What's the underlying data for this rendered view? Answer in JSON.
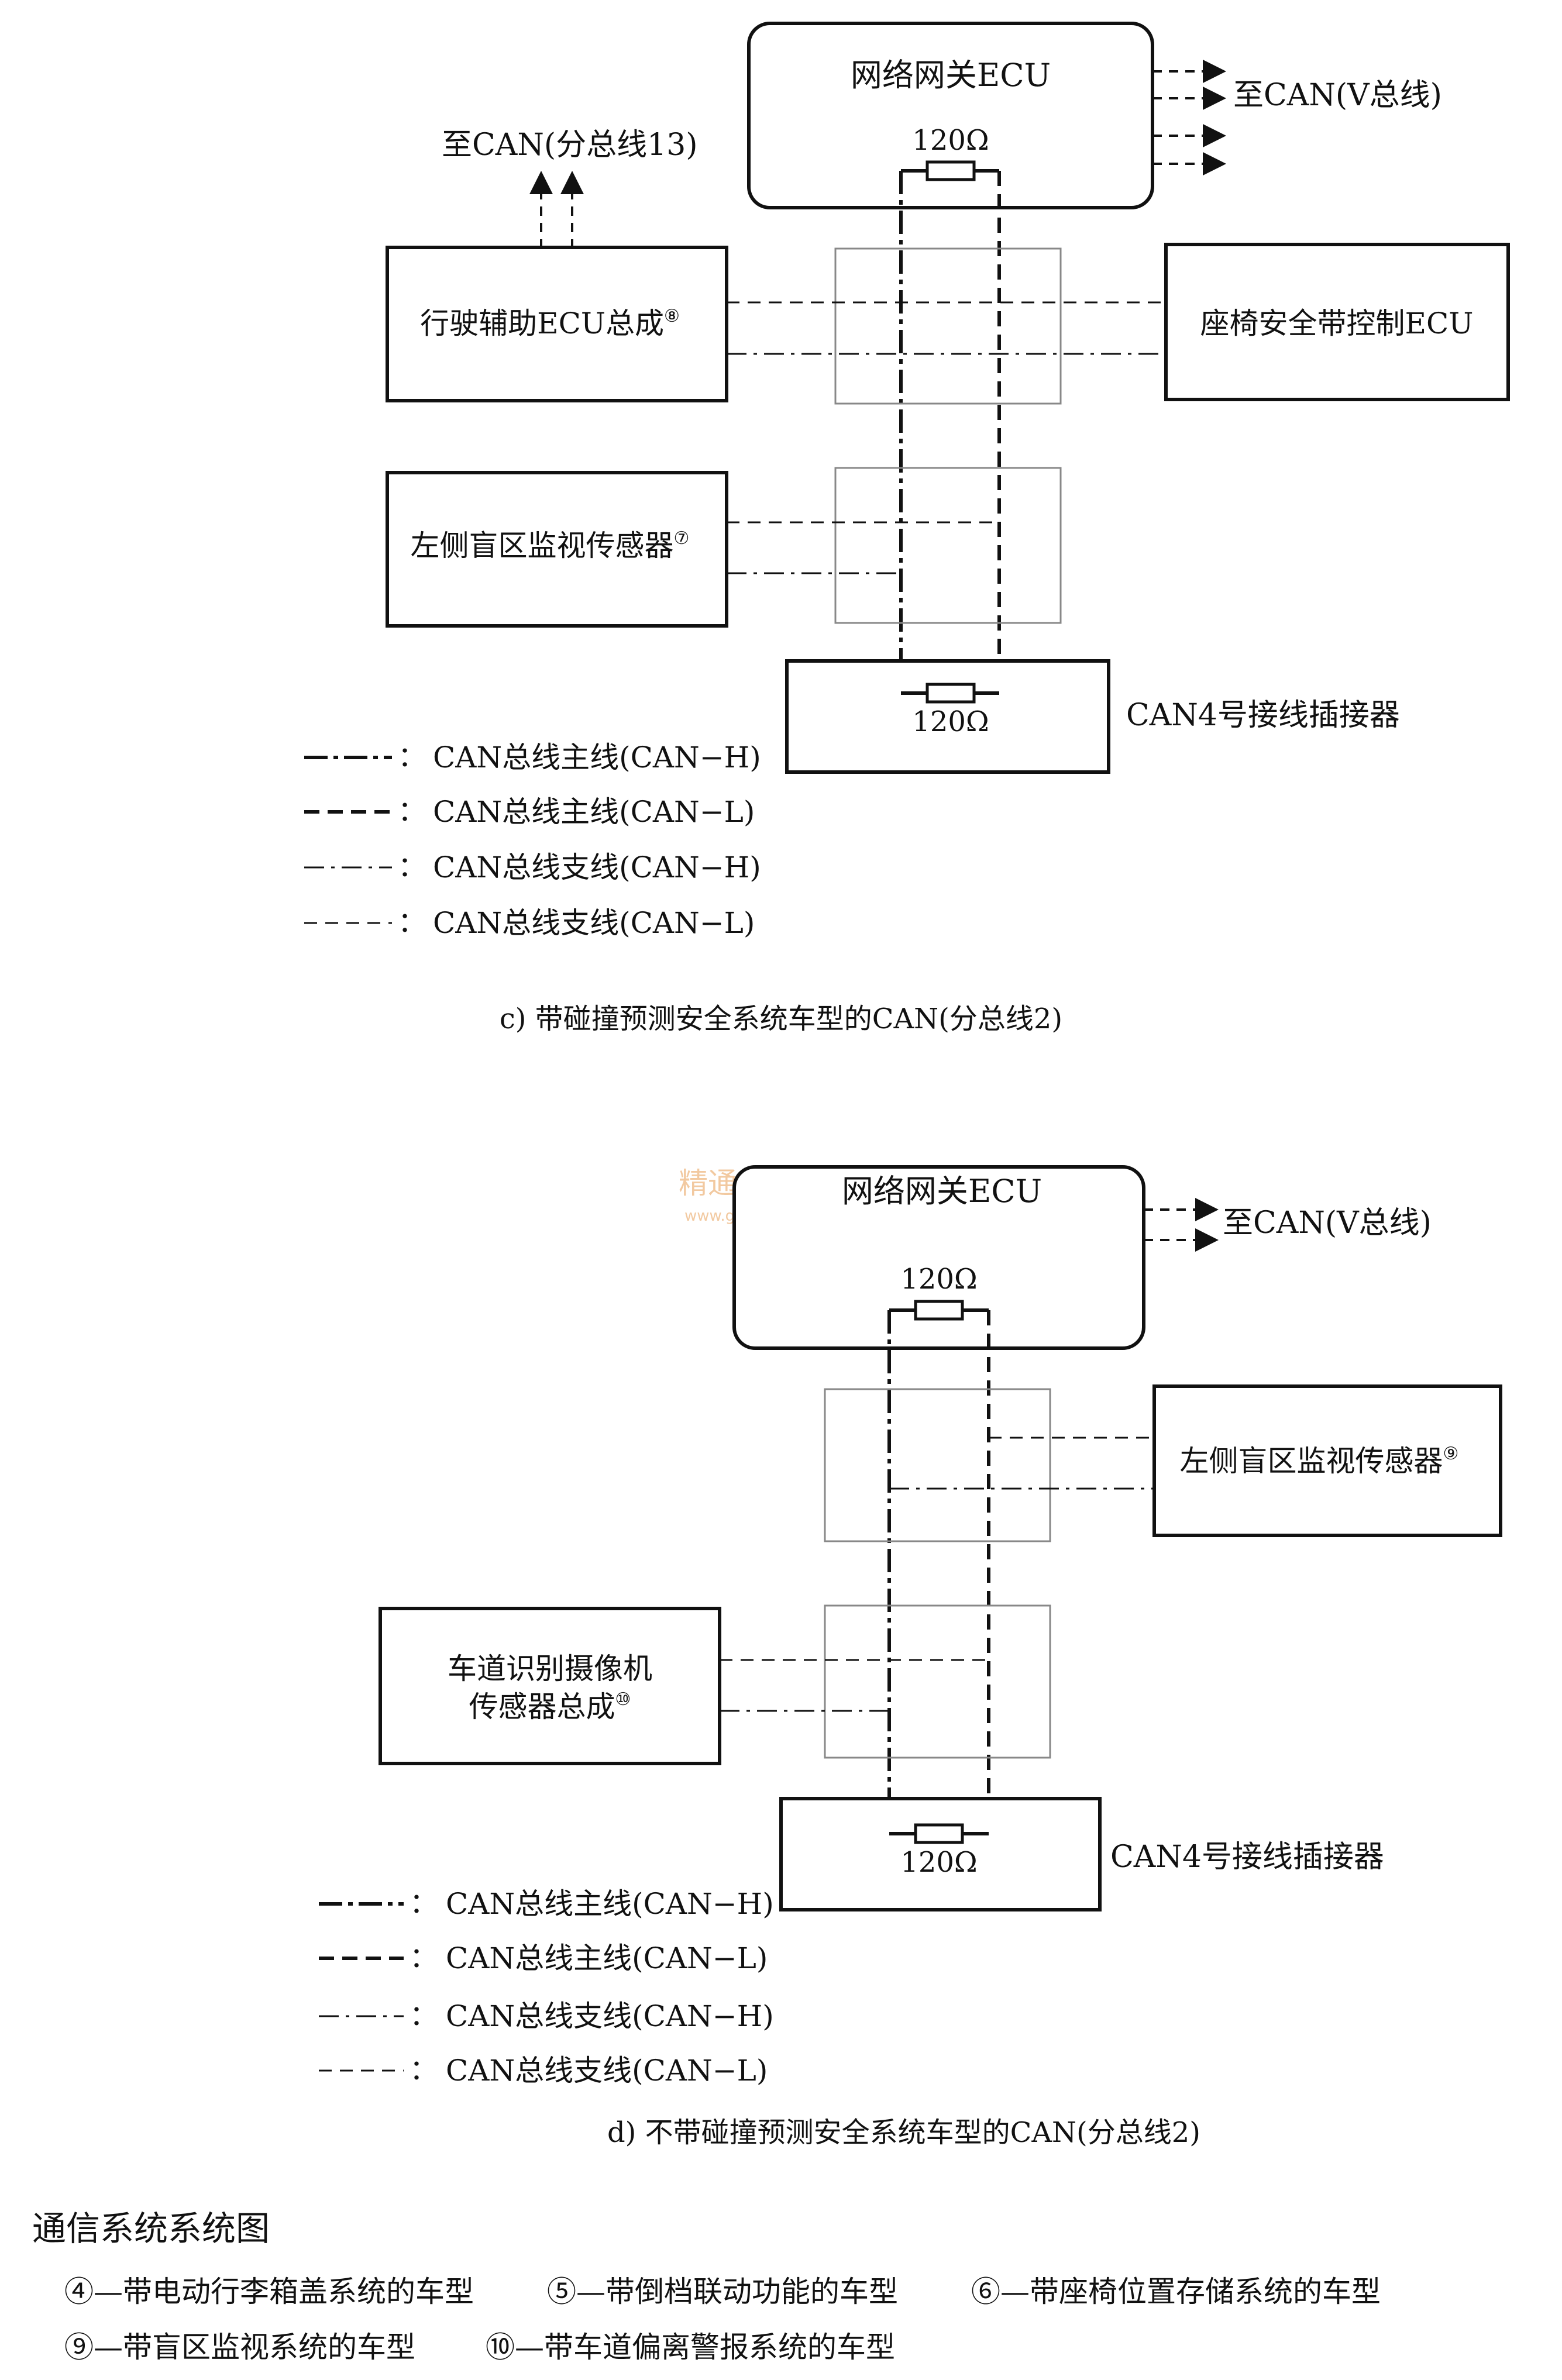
{
  "diagram_c": {
    "gateway": "网络网关ECU",
    "resistor_top": "120Ω",
    "resistor_bottom": "120Ω",
    "to_v_bus": "至CAN(V总线)",
    "to_sub13": "至CAN(分总线13)",
    "driving_assist": "行驶辅助ECU总成",
    "driving_assist_note": "⑧",
    "seatbelt": "座椅安全带控制ECU",
    "left_blind": "左侧盲区监视传感器",
    "left_blind_note": "⑦",
    "connector": "CAN4号接线插接器",
    "legend": [
      {
        "key": "—·—：",
        "label": "CAN总线主线(CAN−H)"
      },
      {
        "key": "- - -：",
        "label": "CAN总线主线(CAN−L)"
      },
      {
        "key": "—·—：",
        "label": "CAN总线支线(CAN−H)"
      },
      {
        "key": "- - -：",
        "label": "CAN总线支线(CAN−L)"
      }
    ],
    "caption": "c) 带碰撞预测安全系统车型的CAN(分总线2)"
  },
  "diagram_d": {
    "gateway": "网络网关ECU",
    "watermark": "精通维修下载",
    "watermark_url": "www.gzweix.com",
    "resistor_top": "120Ω",
    "resistor_bottom": "120Ω",
    "to_v_bus": "至CAN(V总线)",
    "left_blind": "左侧盲区监视传感器",
    "left_blind_note": "⑨",
    "lane_camera_line1": "车道识别摄像机",
    "lane_camera_line2": "传感器总成",
    "lane_camera_note": "⑩",
    "connector": "CAN4号接线插接器",
    "legend": [
      {
        "key": "—·—：",
        "label": "CAN总线主线(CAN−H)"
      },
      {
        "key": "- - -：",
        "label": "CAN总线主线(CAN−L)"
      },
      {
        "key": "—·—：",
        "label": "CAN总线支线(CAN−H)"
      },
      {
        "key": "- - -：",
        "label": "CAN总线支线(CAN−L)"
      }
    ],
    "caption": "d) 不带碰撞预测安全系统车型的CAN(分总线2)"
  },
  "footer": {
    "title": "通信系统系统图",
    "notes": [
      "④—带电动行李箱盖系统的车型",
      "⑤—带倒档联动功能的车型",
      "⑥—带座椅位置存储系统的车型",
      "⑨—带盲区监视系统的车型",
      "⑩—带车道偏离警报系统的车型"
    ]
  }
}
